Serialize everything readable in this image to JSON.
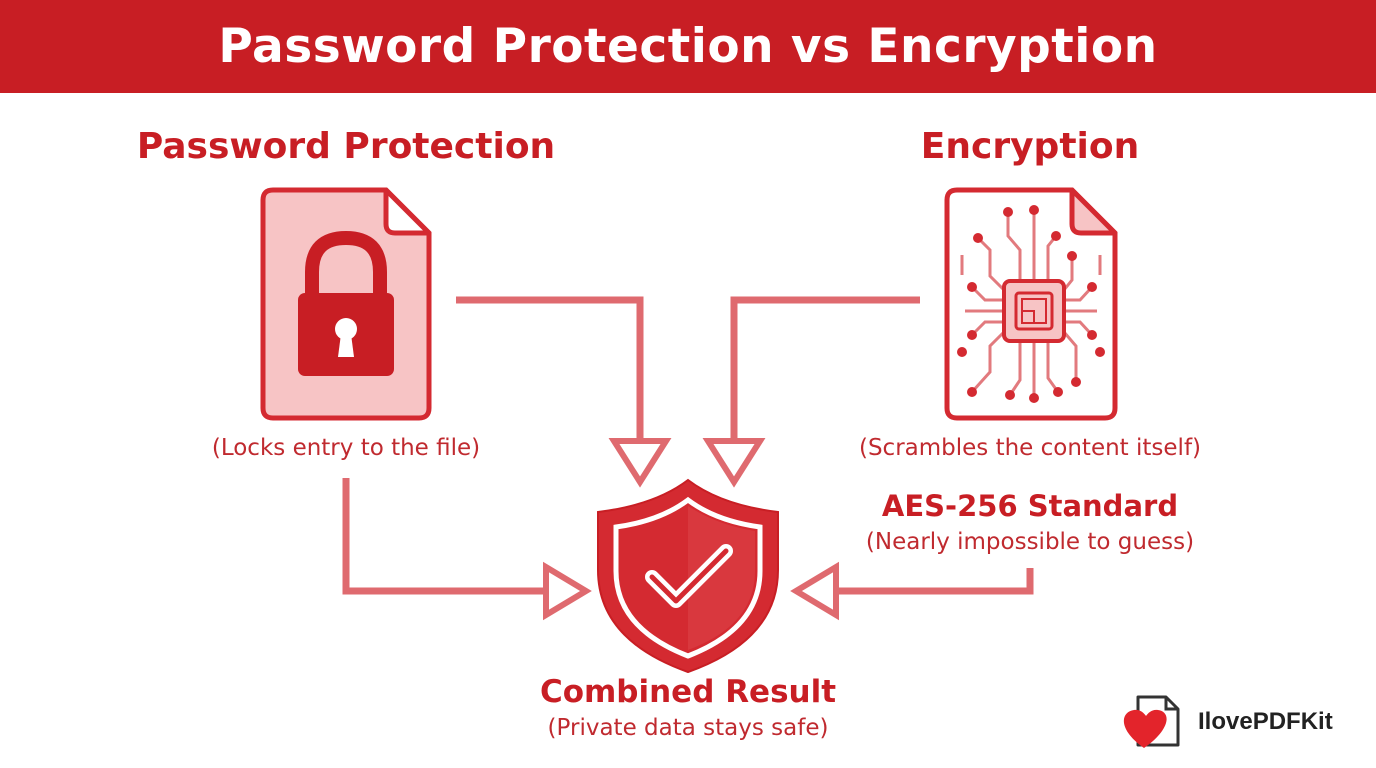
{
  "title": "Password Protection vs Encryption",
  "left": {
    "heading": "Password Protection",
    "caption": "(Locks entry to the file)"
  },
  "right": {
    "heading": "Encryption",
    "caption": "(Scrambles the content itself)",
    "standard_title": "AES-256 Standard",
    "standard_caption": "(Nearly impossible to guess)"
  },
  "result": {
    "title": "Combined Result",
    "caption": "(Private data stays safe)"
  },
  "brand": {
    "name": "IlovePDFKit",
    "icon": "heart-document-icon"
  },
  "colors": {
    "primary": "#c81e24",
    "connector": "#df6a6f",
    "doc_fill": "#f7c4c5"
  }
}
